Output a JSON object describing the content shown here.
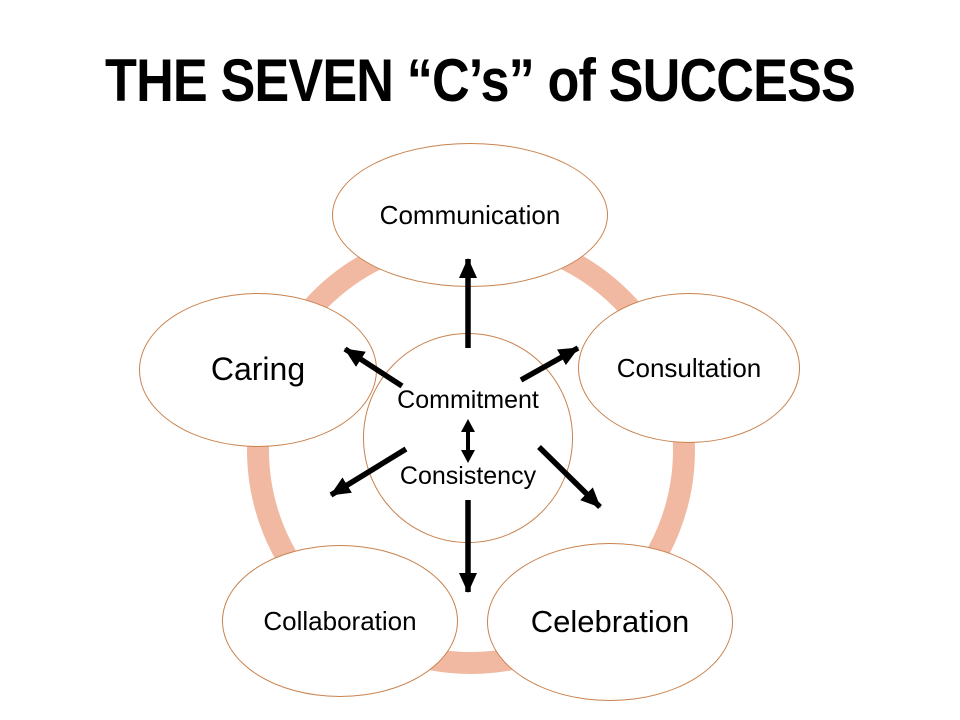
{
  "title": "THE SEVEN “C’s” of SUCCESS",
  "diagram": {
    "nodes": {
      "communication": "Communication",
      "caring": "Caring",
      "consultation": "Consultation",
      "collaboration": "Collaboration",
      "celebration": "Celebration",
      "center_top": "Commitment",
      "center_bottom": "Consistency"
    },
    "colors": {
      "ring": "#F2B9A2",
      "ellipse_border": "#C9824E",
      "arrow": "#000000",
      "text": "#000000",
      "background": "#FFFFFF"
    }
  }
}
